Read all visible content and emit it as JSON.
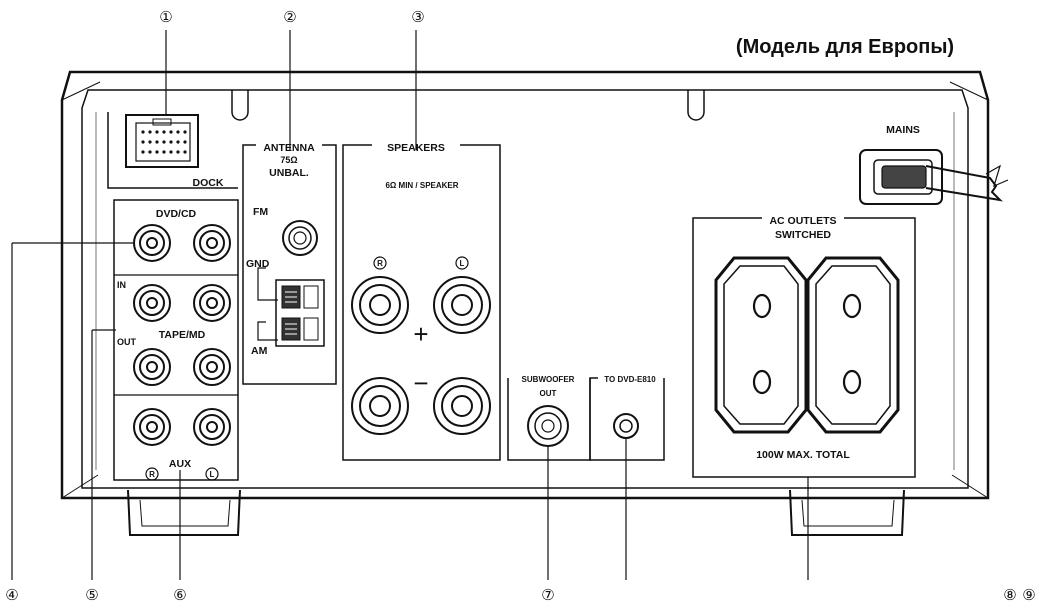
{
  "title": "(Модель для Европы)",
  "callouts": {
    "c1": "①",
    "c2": "②",
    "c3": "③",
    "c4": "④",
    "c5": "⑤",
    "c6": "⑥",
    "c7": "⑦",
    "c8": "⑧",
    "c9": "⑨"
  },
  "labels": {
    "dock": "DOCK",
    "antenna": "ANTENNA",
    "antenna_impedance": "75Ω",
    "antenna_unbal": "UNBAL.",
    "fm": "FM",
    "gnd": "GND",
    "am": "AM",
    "speakers": "SPEAKERS",
    "speaker_spec": "6Ω MIN / SPEAKER",
    "plus": "+",
    "minus": "−",
    "dvd_cd": "DVD/CD",
    "in": "IN",
    "out": "OUT",
    "tape_md": "TAPE/MD",
    "aux": "AUX",
    "right": "R",
    "left": "L",
    "subwoofer": "SUBWOOFER",
    "subwoofer_out": "OUT",
    "to_dvd": "TO DVD-E810",
    "mains": "MAINS",
    "ac_outlets": "AC OUTLETS",
    "switched": "SWITCHED",
    "max_total": "100W MAX. TOTAL"
  }
}
